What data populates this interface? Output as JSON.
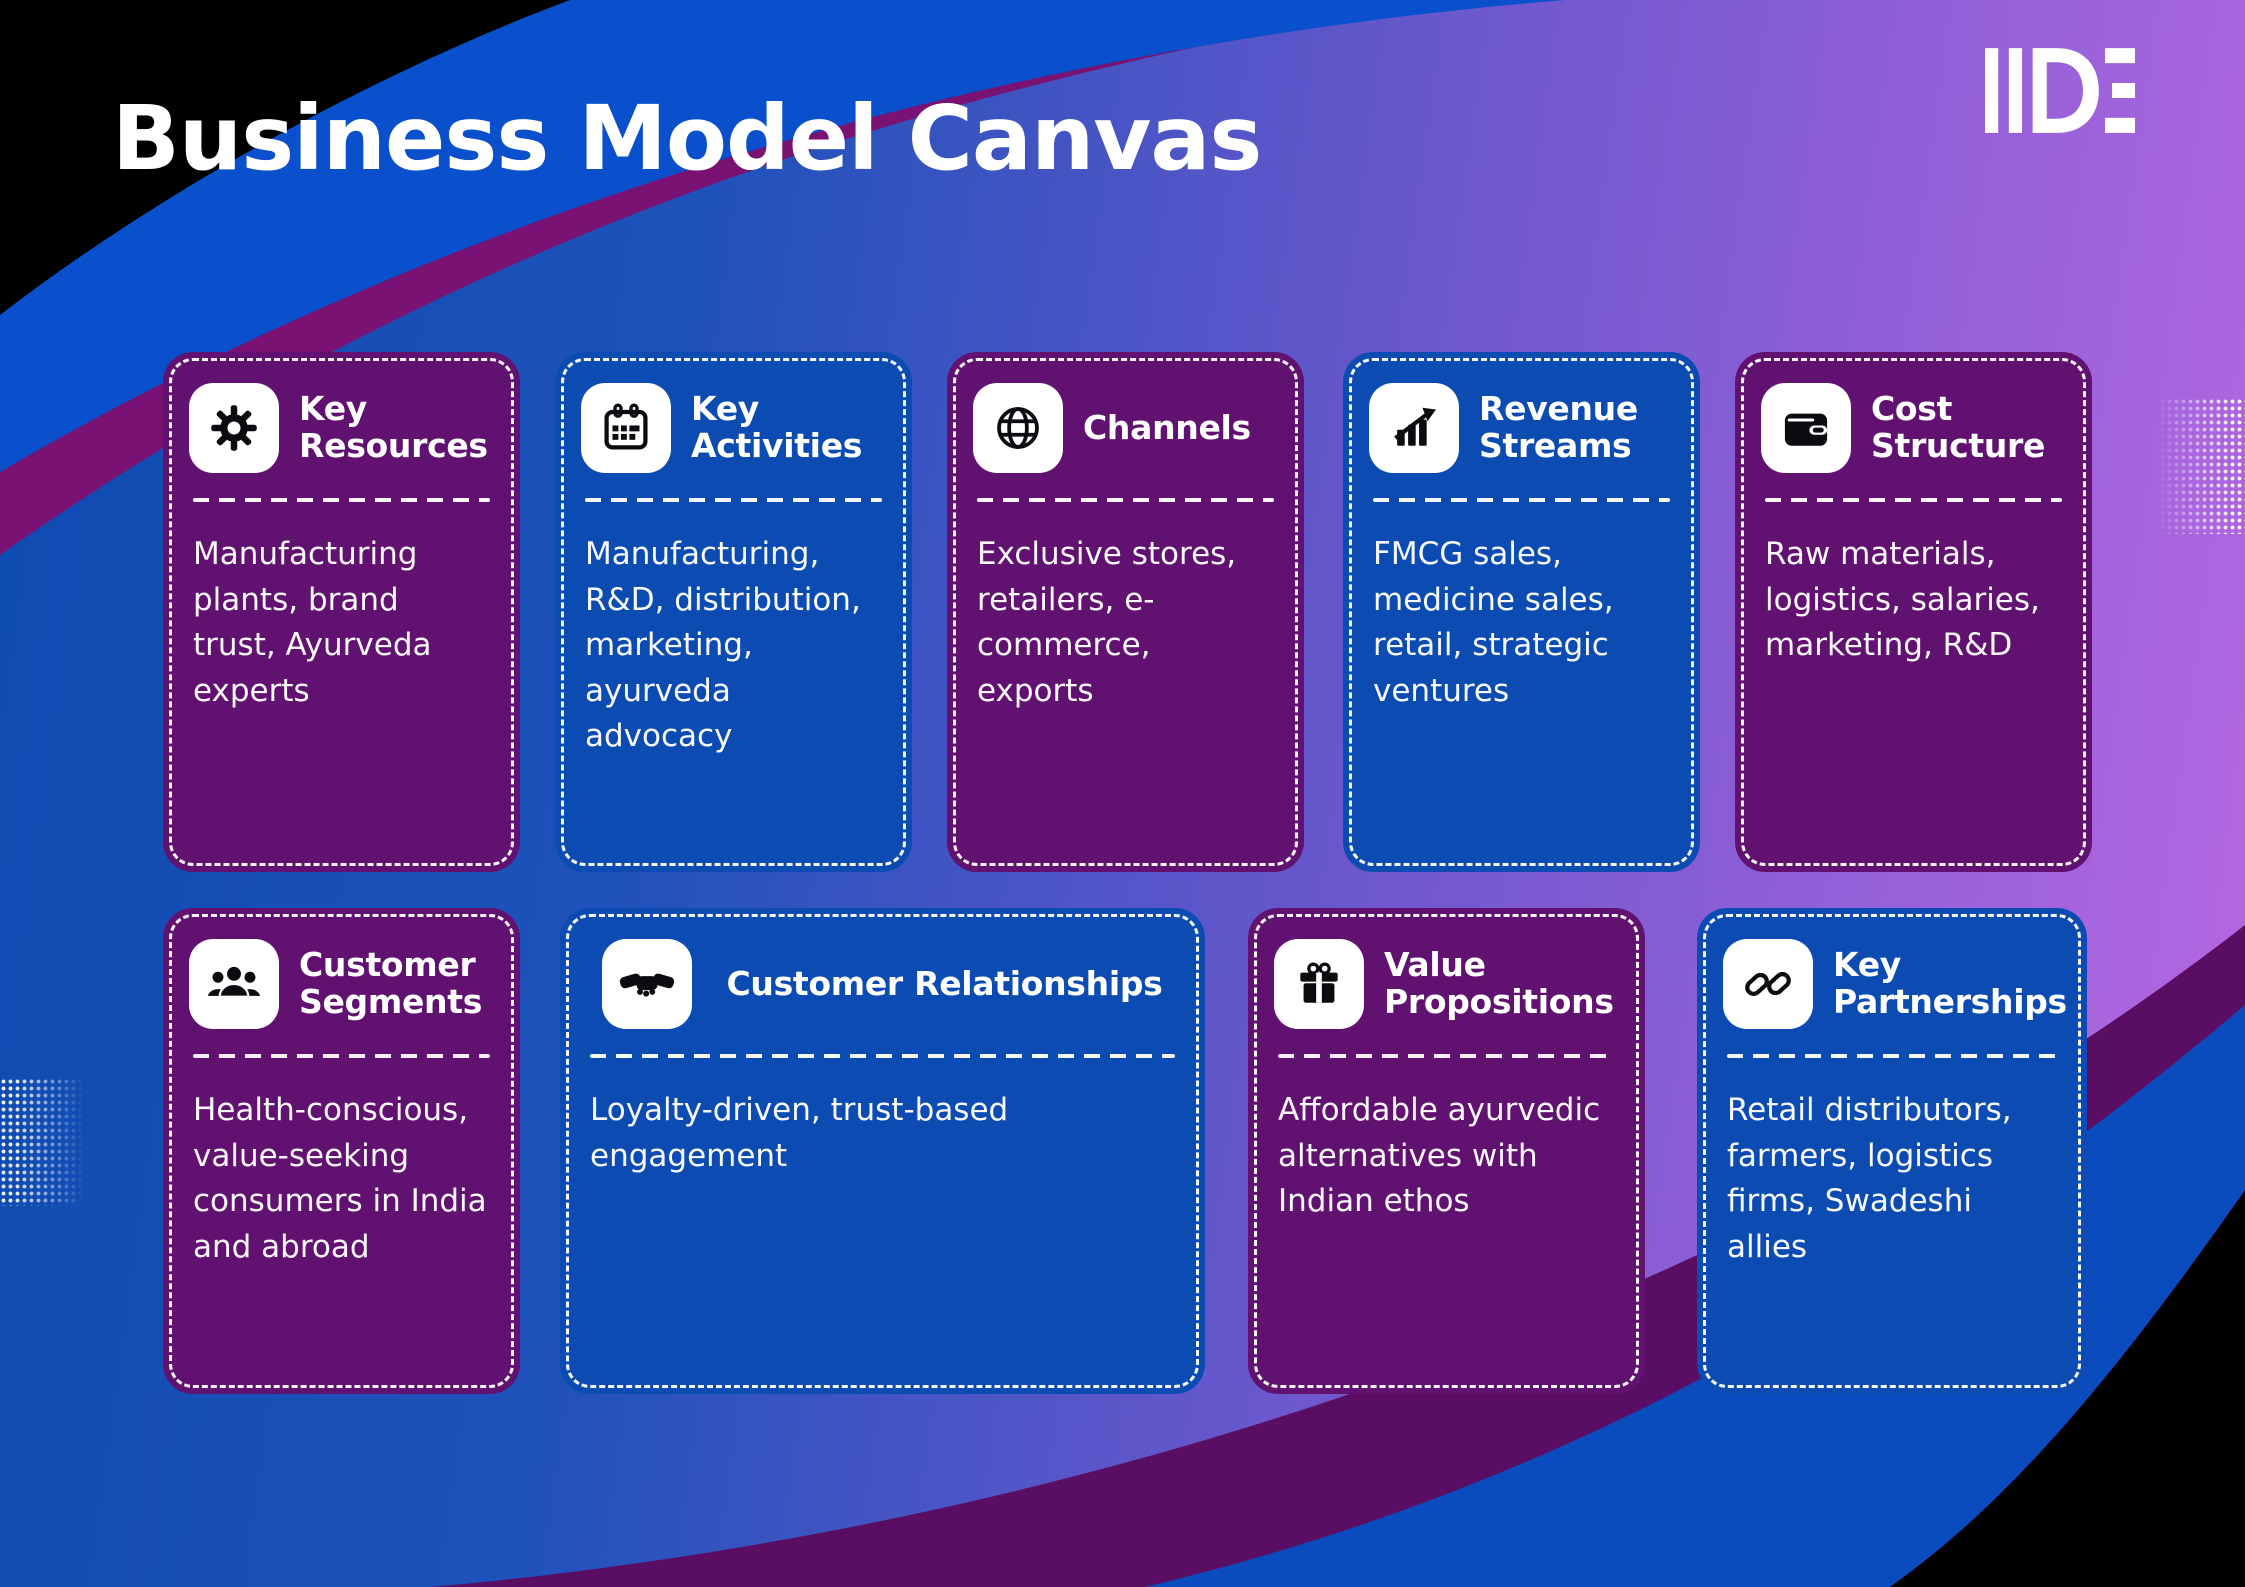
{
  "header": {
    "title": "Business Model Canvas",
    "logo_text": "IIDE"
  },
  "cards": [
    {
      "id": "key-resources",
      "title": "Key Resources",
      "icon": "gear-icon",
      "color": "purple",
      "body": "Manufacturing plants, brand trust, Ayurveda experts"
    },
    {
      "id": "key-activities",
      "title": "Key Activities",
      "icon": "calendar-icon",
      "color": "blue",
      "body": "Manufacturing, R&D, distribution, marketing, ayurveda advocacy"
    },
    {
      "id": "channels",
      "title": "Channels",
      "icon": "globe-icon",
      "color": "purple",
      "body": "Exclusive stores, retailers, e-commerce, exports"
    },
    {
      "id": "revenue-streams",
      "title": "Revenue Streams",
      "icon": "chart-icon",
      "color": "blue",
      "body": "FMCG sales, medicine sales, retail, strategic ventures"
    },
    {
      "id": "cost-structure",
      "title": "Cost Structure",
      "icon": "wallet-icon",
      "color": "purple",
      "body": "Raw materials, logistics, salaries, marketing, R&D"
    },
    {
      "id": "customer-segments",
      "title": "Customer Segments",
      "icon": "people-icon",
      "color": "purple",
      "body": "Health-conscious, value-seeking consumers in India and abroad"
    },
    {
      "id": "customer-relationships",
      "title": "Customer Relationships",
      "icon": "handshake-icon",
      "color": "blue",
      "body": "Loyalty-driven, trust-based engagement"
    },
    {
      "id": "value-propositions",
      "title": "Value Propositions",
      "icon": "gift-icon",
      "color": "purple",
      "body": "Affordable ayurvedic alternatives with Indian ethos"
    },
    {
      "id": "key-partnerships",
      "title": "Key Partnerships",
      "icon": "link-icon",
      "color": "blue",
      "body": "Retail distributors, farmers, logistics firms, Swadeshi allies"
    }
  ],
  "colors": {
    "bg_left": "#0D4BB1",
    "bg_mid_blue": "#1F52BA",
    "bg_mid_purple": "#7158CE",
    "bg_right": "#B969E3",
    "card_purple": "#611170",
    "card_blue": "#0C4CB2",
    "wave_blue_top": "#0A4FCB",
    "wave_magenta": "#7A1273",
    "wave_blue_bottom": "#0A4BBE",
    "wave_purple_bottom": "#5A0E63",
    "corner_black": "#000000",
    "tile_bg": "#FFFFFF",
    "icon_glyph": "#0B0B10",
    "text": "#FFFFFF"
  }
}
